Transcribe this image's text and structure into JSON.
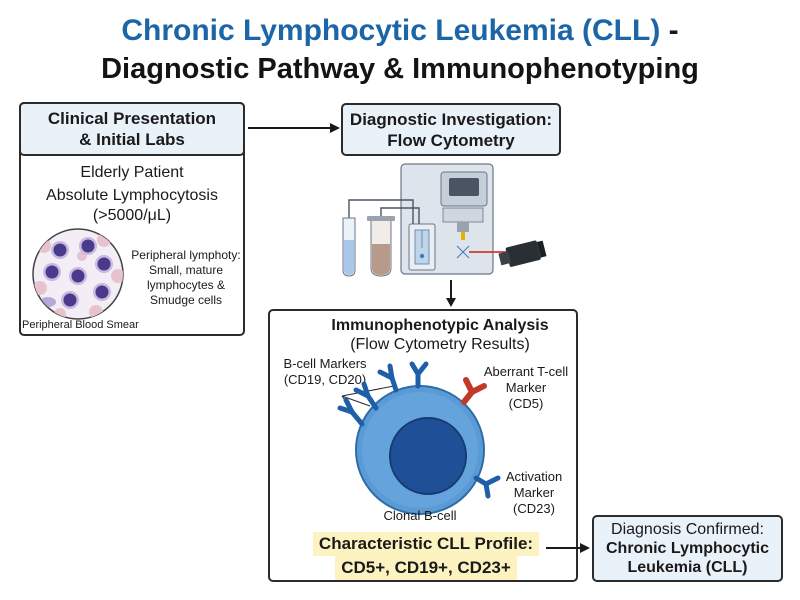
{
  "title": {
    "line1_highlight": "Chronic Lymphocytic Leukemia (CLL)",
    "line1_rest": " -",
    "line2": "Diagnostic Pathway & Immunophenotyping"
  },
  "clinical": {
    "header_line1": "Clinical Presentation",
    "header_line2": "& Initial Labs",
    "patient": "Elderly Patient",
    "lymph_line1": "Absolute Lymphocytosis",
    "lymph_line2": "(>5000/μL)",
    "smear_caption_1": "Peripheral lymphoty:",
    "smear_caption_2": "Small, mature",
    "smear_caption_3": "lymphocytes &",
    "smear_caption_4": "Smudge cells",
    "smear_label": "Peripheral Blood Smear"
  },
  "investigation": {
    "header_line1": "Diagnostic Investigation:",
    "header_line2": "Flow Cytometry"
  },
  "immuno": {
    "title": "Immunophenotypic Analysis",
    "subtitle": "(Flow Cytometry Results)",
    "bcell_line1": "B-cell Markers",
    "bcell_line2": "(CD19, CD20)",
    "tcell_line1": "Aberrant T-cell",
    "tcell_line2": "Marker",
    "tcell_line3": "(CD5)",
    "act_line1": "Activation",
    "act_line2": "Marker",
    "act_line3": "(CD23)",
    "cell_label": "Clonal B-cell",
    "profile_line1": "Characteristic CLL Profile:",
    "profile_line2": "CD5+, CD19+, CD23+"
  },
  "diagnosis": {
    "line1": "Diagnosis Confirmed:",
    "line2": "Chronic Lymphocytic",
    "line3": "Leukemia (CLL)"
  },
  "colors": {
    "title_blue": "#1c66a8",
    "header_fill": "#e9f1f9",
    "cell_blue": "#5b9bd5",
    "nucleus_blue": "#1f4f96",
    "cd5_red": "#c0392b",
    "highlight_yellow": "#fdf3c0"
  }
}
